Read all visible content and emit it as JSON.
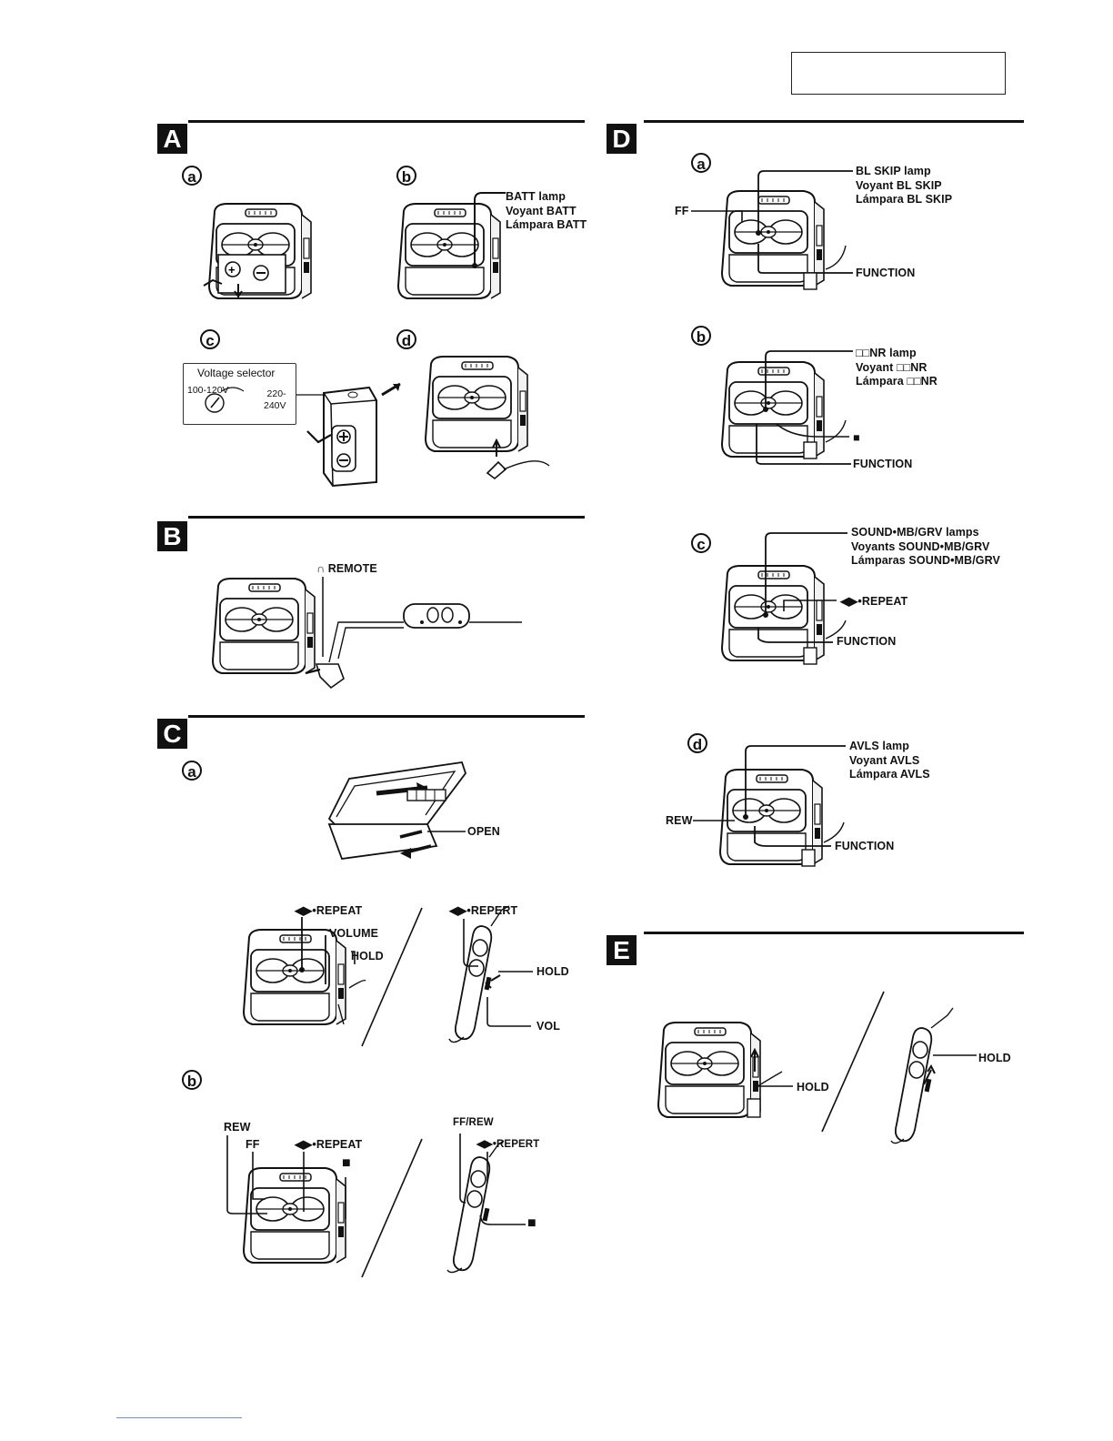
{
  "sections": {
    "A": {
      "letter": "A",
      "steps": {
        "a": "a",
        "b": "b",
        "c": "c",
        "d": "d"
      },
      "batt": [
        "BATT lamp",
        "Voyant BATT",
        "Lámpara BATT"
      ],
      "voltage": {
        "title": "Voltage selector",
        "low": "100-120V",
        "high_1": "220-",
        "high_2": "240V"
      }
    },
    "B": {
      "letter": "B",
      "remote": "∩ REMOTE"
    },
    "C": {
      "letter": "C",
      "steps": {
        "a": "a",
        "b": "b"
      },
      "open": "OPEN",
      "a_unit": {
        "repeat": "◀▶•REPEAT",
        "volume": "VOLUME",
        "hold": "HOLD"
      },
      "a_remote": {
        "repert": "◀▶•REPERT",
        "hold": "HOLD",
        "vol": "VOL"
      },
      "b_unit": {
        "rew": "REW",
        "ff": "FF",
        "repeat": "◀▶•REPEAT",
        "stop": "■"
      },
      "b_remote": {
        "ffrew": "FF/REW",
        "repert": "◀▶•REPERT",
        "stop": "■"
      }
    },
    "D": {
      "letter": "D",
      "steps": {
        "a": "a",
        "b": "b",
        "c": "c",
        "d": "d"
      },
      "a": {
        "lamp": [
          "BL SKIP lamp",
          "Voyant BL SKIP",
          "Lámpara BL SKIP"
        ],
        "ff": "FF",
        "function": "FUNCTION"
      },
      "b": {
        "lamp": [
          "□□NR lamp",
          "Voyant □□NR",
          "Lámpara □□NR"
        ],
        "stop": "■",
        "function": "FUNCTION"
      },
      "c": {
        "lamp": [
          "SOUND•MB/GRV lamps",
          "Voyants SOUND•MB/GRV",
          "Lámparas SOUND•MB/GRV"
        ],
        "repeat": "◀▶•REPEAT",
        "function": "FUNCTION"
      },
      "d": {
        "lamp": [
          "AVLS lamp",
          "Voyant AVLS",
          "Lámpara AVLS"
        ],
        "rew": "REW",
        "function": "FUNCTION"
      }
    },
    "E": {
      "letter": "E",
      "hold_unit": "HOLD",
      "hold_remote": "HOLD"
    }
  }
}
